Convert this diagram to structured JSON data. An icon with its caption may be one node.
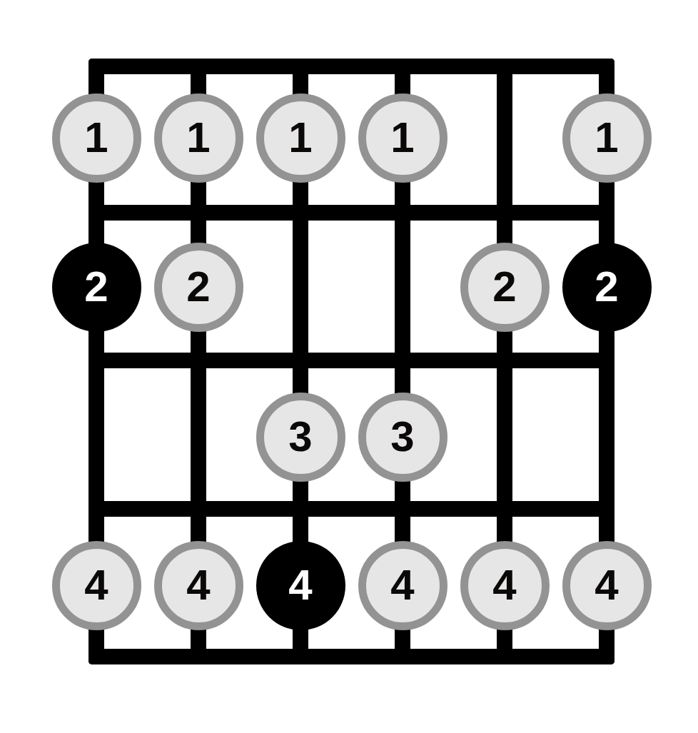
{
  "diagram": {
    "nodes": [
      {
        "text": [
          "1"
        ]
      },
      {
        "text": [
          "1"
        ]
      },
      {
        "text": [
          "1"
        ]
      },
      {
        "text": [
          "1"
        ]
      },
      {
        "text": [
          "1"
        ]
      },
      {
        "text": [
          "2"
        ]
      },
      {
        "text": [
          "2"
        ]
      },
      {
        "text": [
          "2"
        ]
      },
      {
        "text": [
          "2"
        ]
      },
      {
        "text": [
          "3"
        ]
      },
      {
        "text": [
          "3"
        ]
      },
      {
        "text": [
          "4"
        ]
      },
      {
        "text": [
          "4"
        ]
      },
      {
        "text": [
          "4"
        ]
      },
      {
        "text": [
          "4"
        ]
      },
      {
        "text": [
          "4"
        ]
      },
      {
        "text": [
          "4"
        ]
      }
    ]
  }
}
